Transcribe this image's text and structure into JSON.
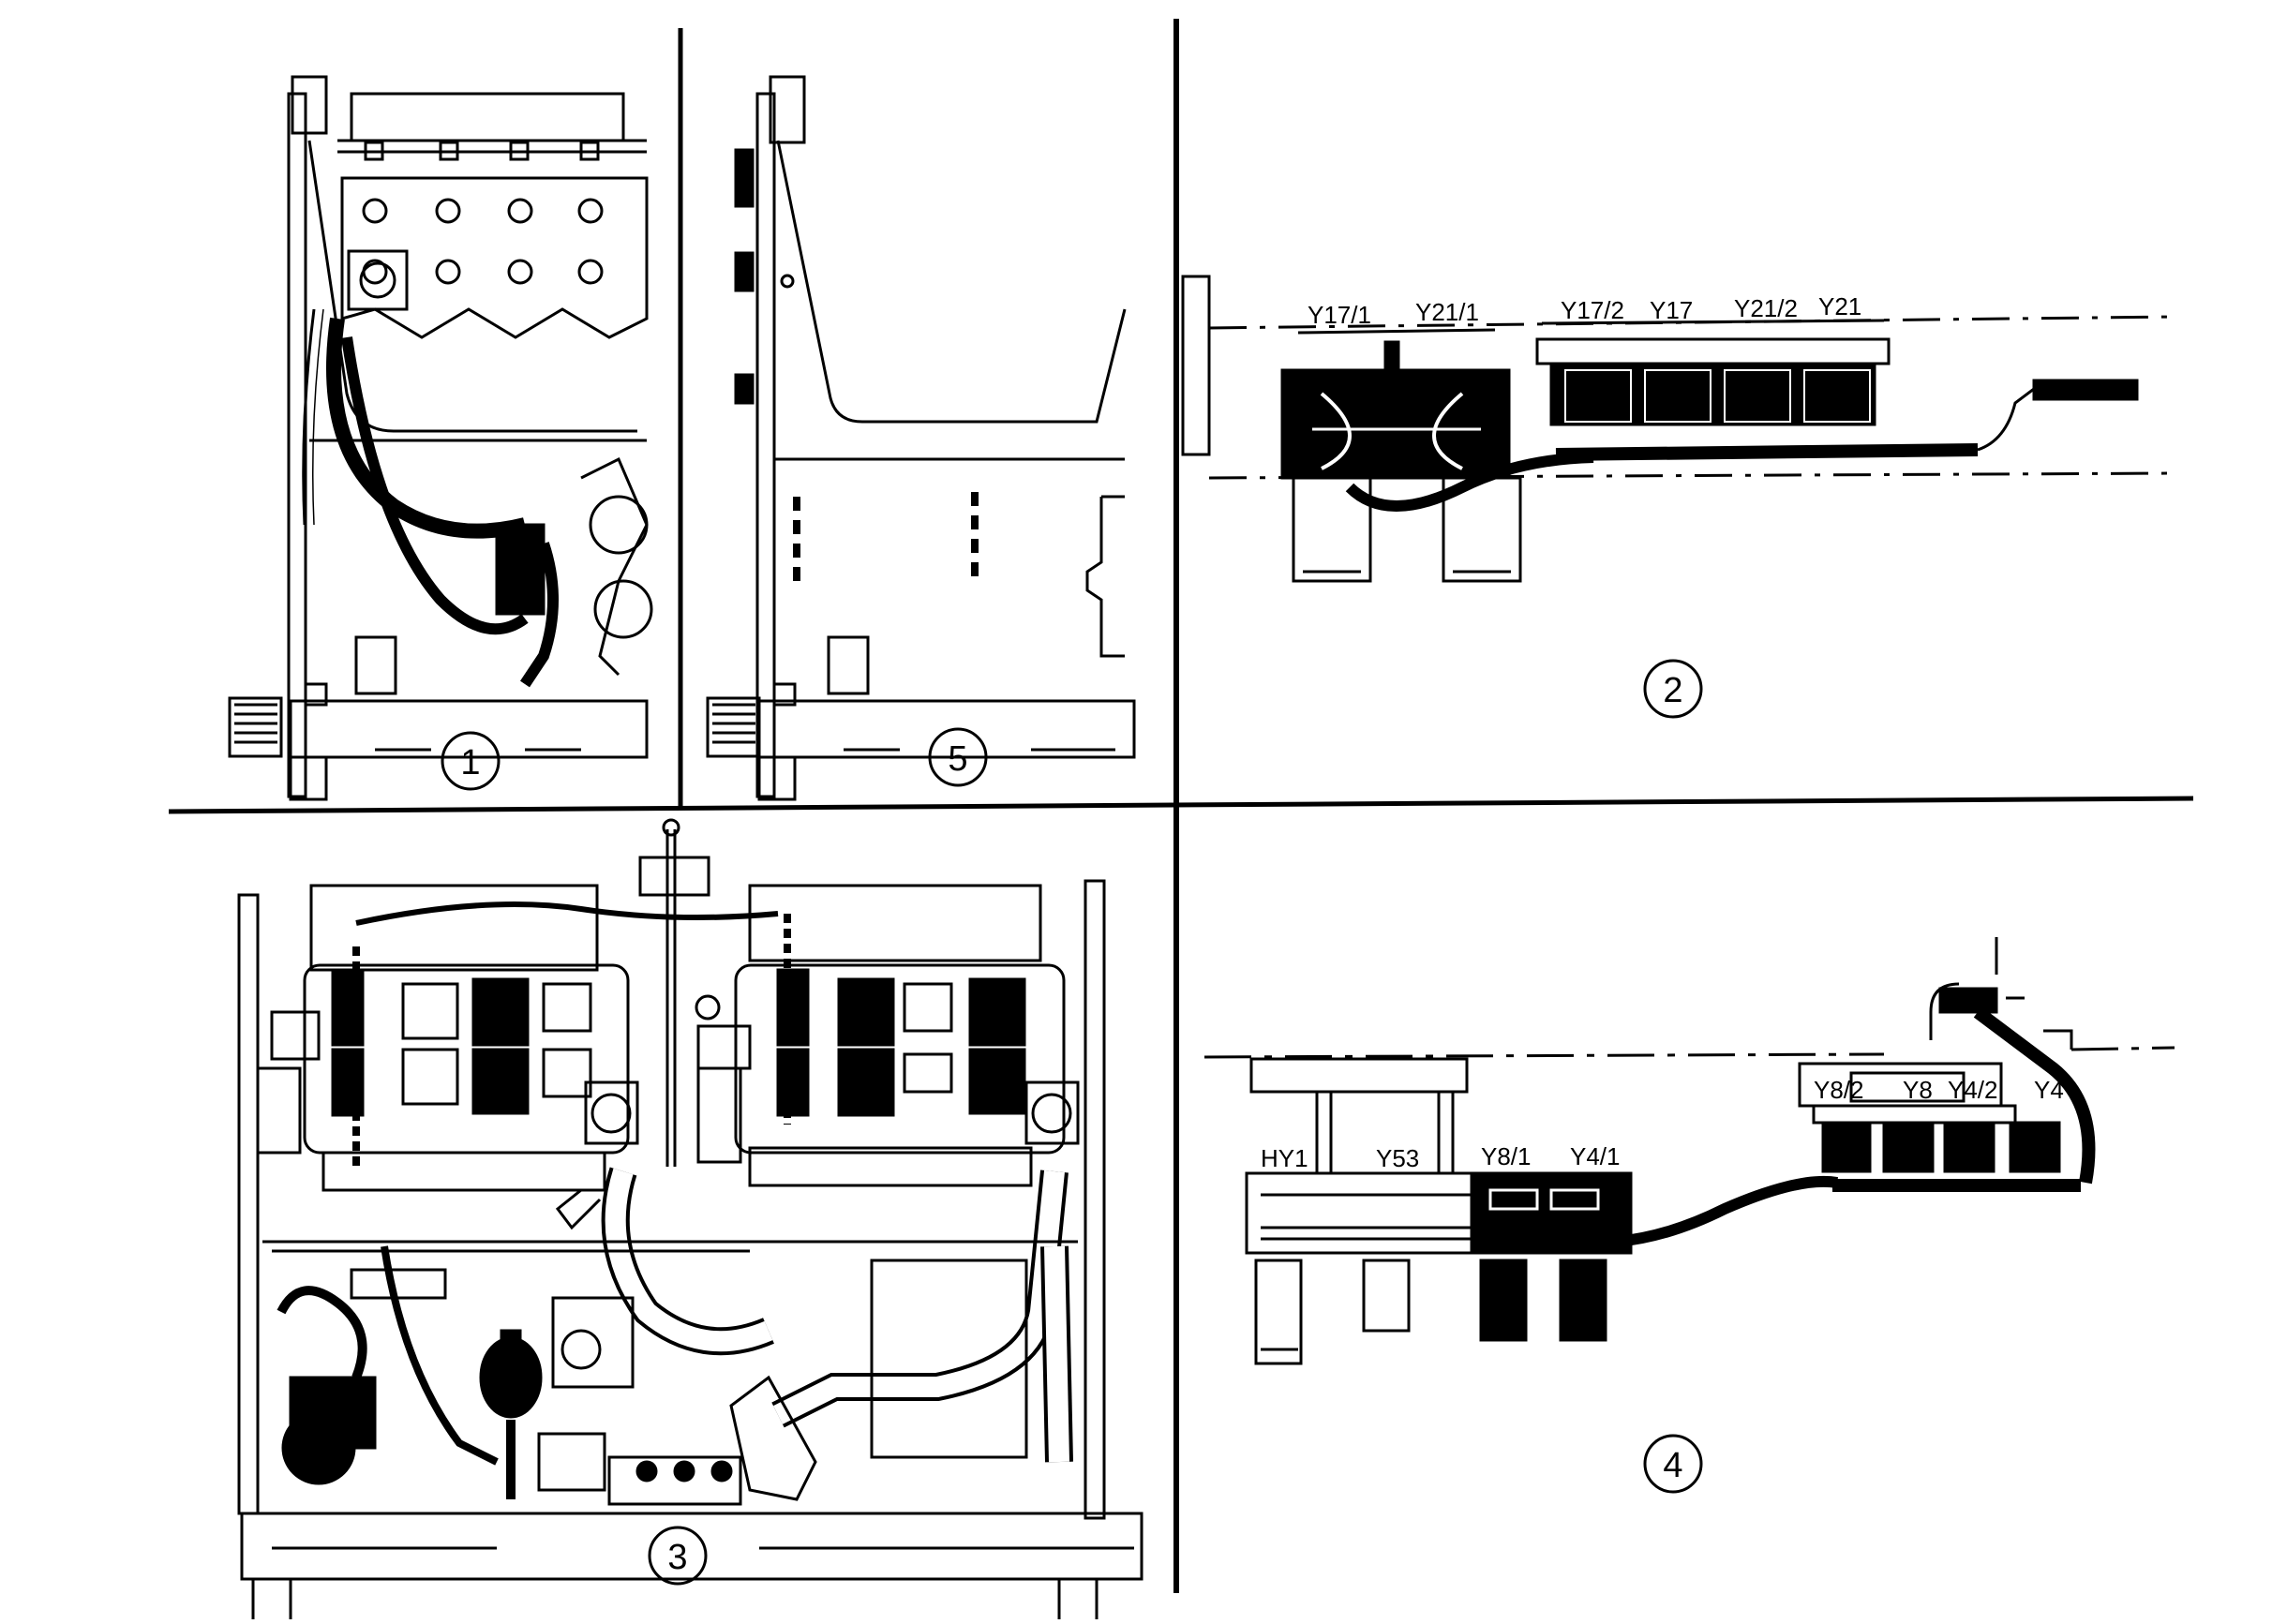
{
  "panels": [
    {
      "id": "1",
      "number": "1"
    },
    {
      "id": "5",
      "number": "5"
    },
    {
      "id": "2",
      "number": "2",
      "labels": [
        "Y17/1",
        "Y21/1",
        "Y17/2",
        "Y17",
        "Y21/2",
        "Y21"
      ]
    },
    {
      "id": "3",
      "number": "3"
    },
    {
      "id": "4",
      "number": "4",
      "labels": [
        "HY1",
        "Y53",
        "Y8/1",
        "Y4/1",
        "Y8/2",
        "Y8",
        "Y4/2",
        "Y4"
      ]
    }
  ],
  "colors": {
    "ink": "#000000",
    "paper": "#ffffff"
  }
}
